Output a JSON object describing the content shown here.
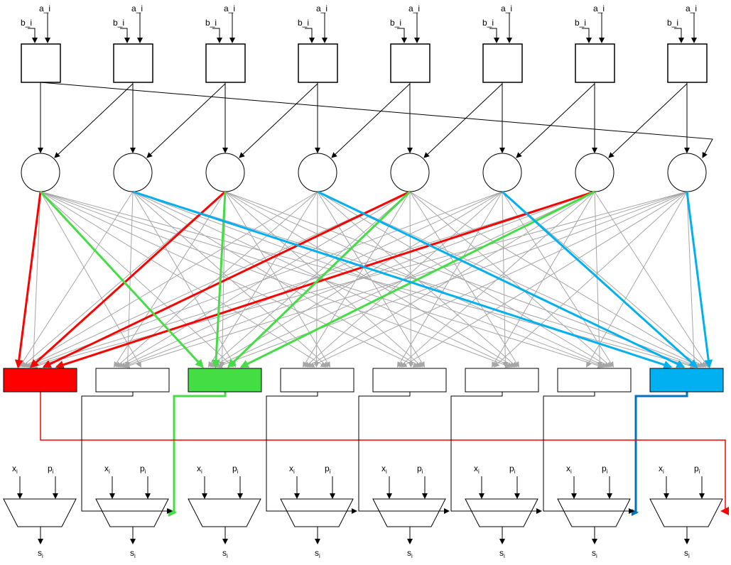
{
  "labels": {
    "a_input": "a_i",
    "b_input": "b_i",
    "x_input": "x",
    "p_input": "p",
    "sum_output": "s",
    "subscript": "i"
  },
  "colors": {
    "red": "#ff0000",
    "green": "#44dd44",
    "cyan": "#00b0f0",
    "blue": "#0070c0",
    "gray": "#a6a6a6",
    "black": "#000000"
  },
  "columns": 8,
  "bus_routes": [
    {
      "from_node": 0,
      "to_box": 0,
      "color": "red"
    },
    {
      "from_node": 2,
      "to_box": 0,
      "color": "red"
    },
    {
      "from_node": 4,
      "to_box": 0,
      "color": "red"
    },
    {
      "from_node": 6,
      "to_box": 0,
      "color": "red"
    },
    {
      "from_node": 0,
      "to_box": 2,
      "color": "green"
    },
    {
      "from_node": 2,
      "to_box": 2,
      "color": "green"
    },
    {
      "from_node": 4,
      "to_box": 2,
      "color": "green"
    },
    {
      "from_node": 6,
      "to_box": 2,
      "color": "green"
    },
    {
      "from_node": 1,
      "to_box": 7,
      "color": "cyan"
    },
    {
      "from_node": 3,
      "to_box": 7,
      "color": "cyan"
    },
    {
      "from_node": 5,
      "to_box": 7,
      "color": "cyan"
    },
    {
      "from_node": 7,
      "to_box": 7,
      "color": "cyan"
    }
  ],
  "box_fills": [
    "red",
    "white",
    "green",
    "white",
    "white",
    "white",
    "white",
    "cyan"
  ]
}
